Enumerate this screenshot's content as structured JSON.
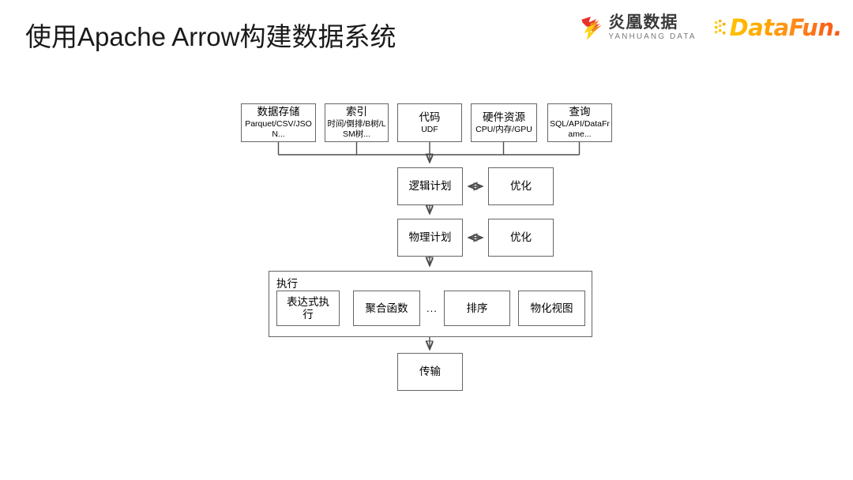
{
  "slide": {
    "title": "使用Apache Arrow构建数据系统",
    "background": "#ffffff"
  },
  "logos": {
    "yanhuang": {
      "name_cn": "炎凰数据",
      "name_en": "YANHUANG DATA",
      "mark_icon": "phoenix-bird-icon",
      "colors": [
        "#e8322a",
        "#f5881f",
        "#fcd116"
      ]
    },
    "datafun": {
      "wordmark": "DataFun.",
      "dots_icon": "pixel-dots-icon",
      "colors": [
        "#ffc400",
        "#ff8a1a",
        "#f75416"
      ]
    }
  },
  "diagram": {
    "type": "flowchart",
    "line_color": "#4d4d4d",
    "box_border_color": "#666666",
    "inputs": [
      {
        "title": "数据存储",
        "subtitle": "Parquet/CSV/JSON..."
      },
      {
        "title": "索引",
        "subtitle": "时间/倒排/B树/LSM树..."
      },
      {
        "title": "代码",
        "subtitle": "UDF"
      },
      {
        "title": "硬件资源",
        "subtitle": "CPU/内存/GPU"
      },
      {
        "title": "查询",
        "subtitle": "SQL/API/DataFrame..."
      }
    ],
    "pipeline": [
      {
        "title": "逻辑计划",
        "optimizer": "优化"
      },
      {
        "title": "物理计划",
        "optimizer": "优化"
      }
    ],
    "execution": {
      "label": "执行",
      "ellipsis": "...",
      "operators": [
        "表达式执行",
        "聚合函数",
        "排序",
        "物化视图"
      ]
    },
    "output": {
      "title": "传输"
    }
  }
}
